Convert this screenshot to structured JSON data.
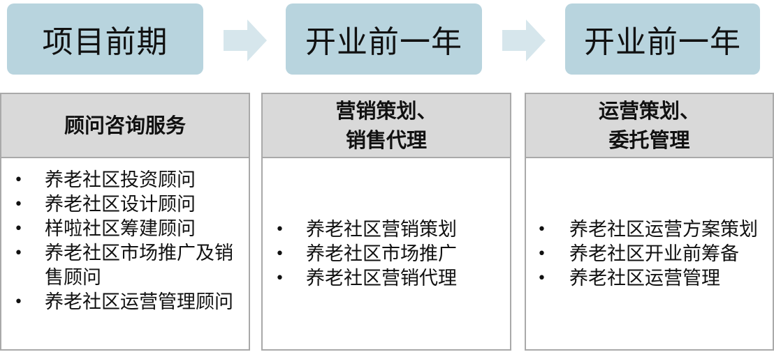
{
  "phases": [
    {
      "label": "项目前期"
    },
    {
      "label": "开业前一年"
    },
    {
      "label": "开业前一年"
    }
  ],
  "columns": [
    {
      "header_lines": [
        "顾问咨询服务"
      ],
      "items": [
        "养老社区投资顾问",
        "养老社区设计顾问",
        "样啦社区筹建顾问",
        "养老社区市场推广及销售顾问",
        "养老社区运营管理顾问"
      ]
    },
    {
      "header_lines": [
        "营销策划、",
        "销售代理"
      ],
      "items": [
        "养老社区营销策划",
        "养老社区市场推广",
        "养老社区营销代理"
      ]
    },
    {
      "header_lines": [
        "运营策划、",
        "委托管理"
      ],
      "items": [
        "养老社区运营方案策划",
        "养老社区开业前筹备",
        "养老社区运营管理"
      ]
    }
  ],
  "bullet_char": "•",
  "colors": {
    "phase_fill": "#b8d4de",
    "arrow_fill": "#d6e6ec",
    "header_fill": "#d9d9d9",
    "border": "#a9a9a9"
  },
  "icons": {
    "arrow": "right-arrow-icon"
  }
}
